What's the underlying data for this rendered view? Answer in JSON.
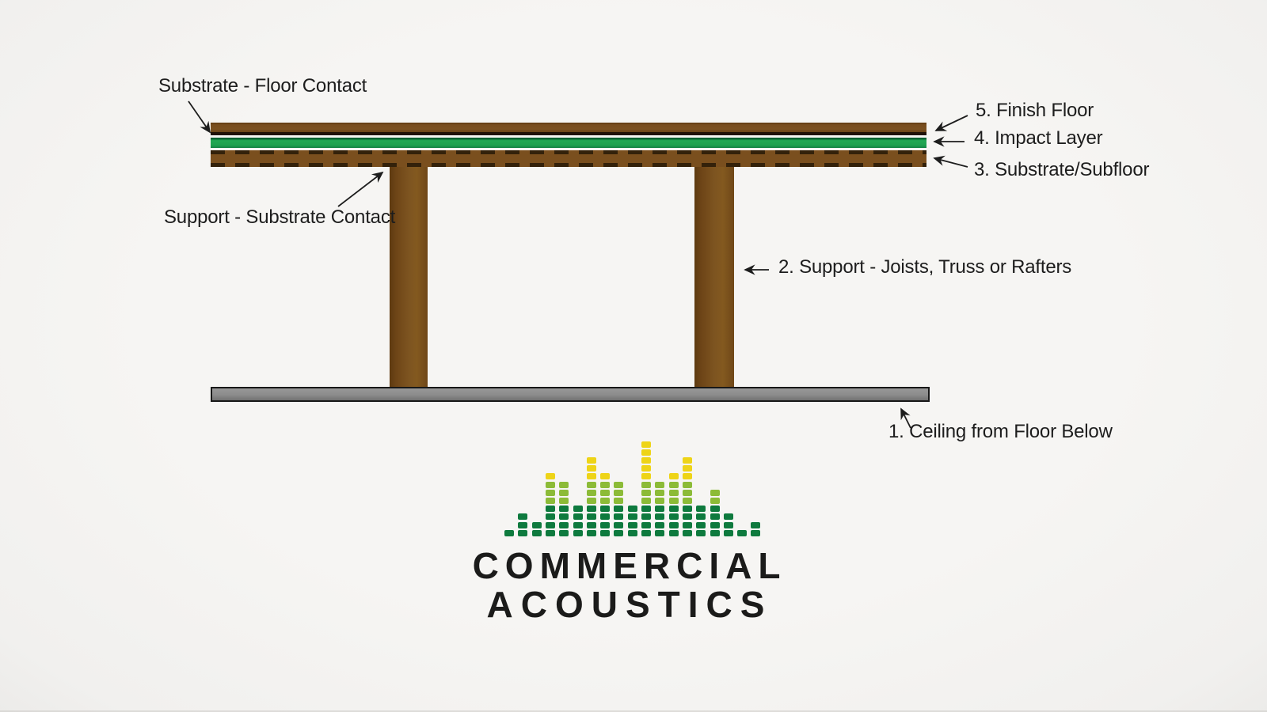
{
  "diagram": {
    "labels": {
      "substrate_floor_contact": "Substrate - Floor Contact",
      "support_substrate_contact": "Support - Substrate Contact",
      "finish_floor": "5. Finish Floor",
      "impact_layer": "4. Impact Layer",
      "substrate_subfloor": "3. Substrate/Subfloor",
      "support": "2. Support - Joists, Truss or Rafters",
      "ceiling": "1. Ceiling from Floor Below"
    },
    "colors": {
      "finish_floor_brown": "#774c1d",
      "finish_floor_edge": "#201208",
      "impact_layer_green": "#1ea050",
      "substrate_brown": "#7a4f1e",
      "substrate_dash": "#33210a",
      "support_brown": "#7d5420",
      "ceiling_gray": "#8c8c8c",
      "ceiling_outline": "#181818",
      "annotation_text": "#1d1d1d",
      "background": "#f5f4f2"
    }
  },
  "logo": {
    "line1": "COMMERCIAL",
    "line2": "ACOUSTICS",
    "text_color": "#1b1b1a",
    "equalizer": {
      "column_heights": [
        1,
        3,
        2,
        8,
        7,
        4,
        10,
        8,
        7,
        4,
        12,
        7,
        8,
        10,
        4,
        6,
        3,
        1,
        2
      ],
      "rows_low": 4,
      "rows_mid": 3,
      "colors": {
        "low": "#0e7a3e",
        "mid": "#8cbb37",
        "high": "#eed417"
      }
    }
  }
}
